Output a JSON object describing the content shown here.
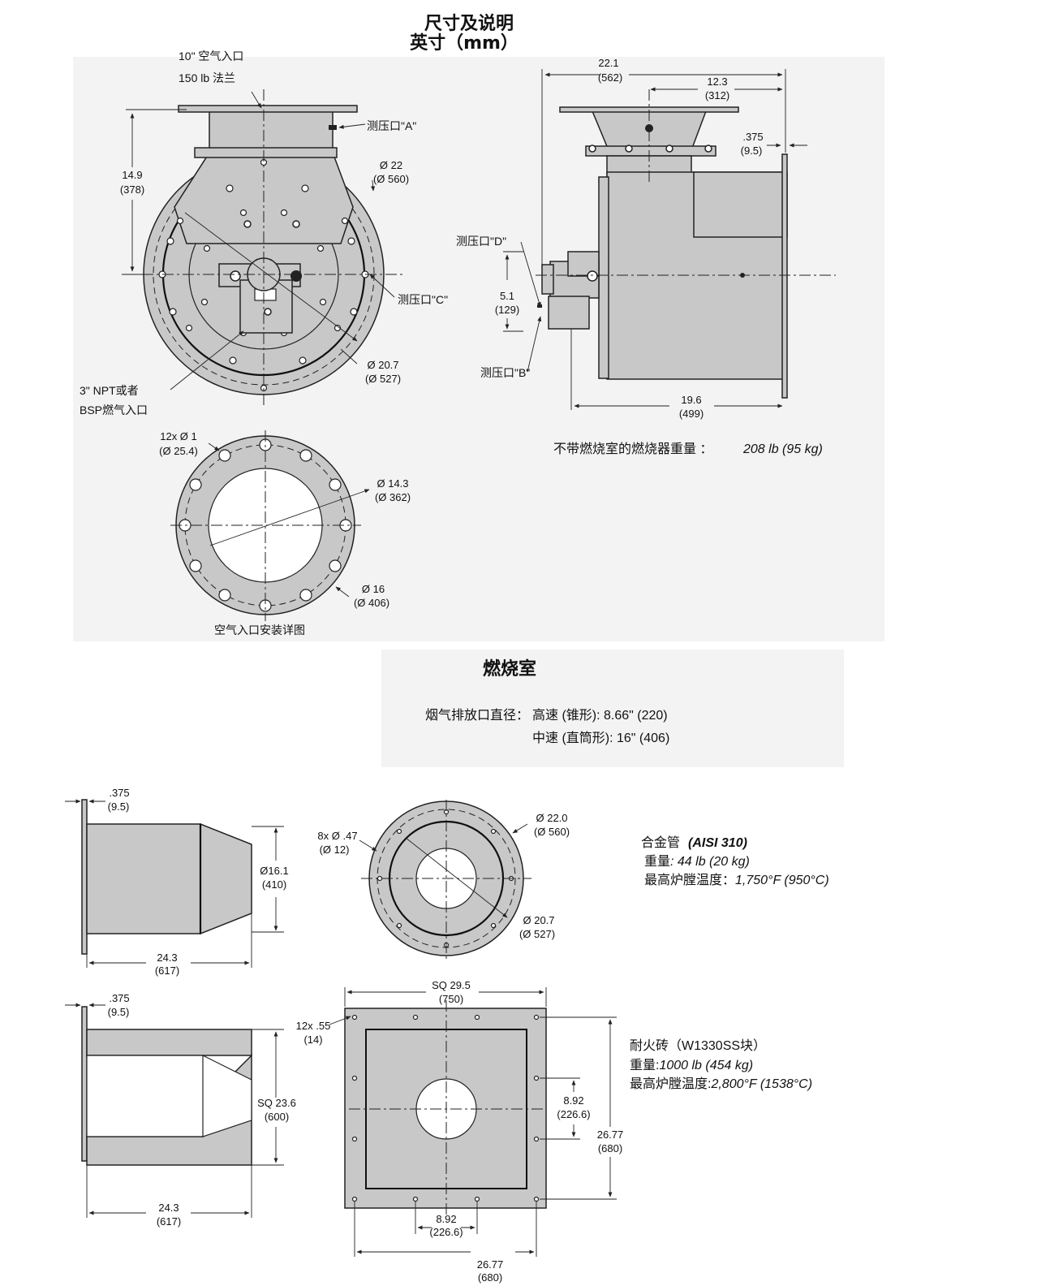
{
  "title": {
    "line1": "尺寸及说明",
    "line2": "英寸（mm）"
  },
  "front_view": {
    "air_inlet_1": "10\" 空气入口",
    "air_inlet_2": "150 lb 法兰",
    "tap_a": "测压口\"A\"",
    "tap_c": "测压口\"C\"",
    "height_in": "14.9",
    "height_mm": "(378)",
    "dia22_in": "Ø 22",
    "dia22_mm": "(Ø 560)",
    "dia207_in": "Ø 20.7",
    "dia207_mm": "(Ø 527)",
    "gas_inlet_1": "3\" NPT或者",
    "gas_inlet_2": "BSP燃气入口"
  },
  "side_view": {
    "w221_in": "22.1",
    "w221_mm": "(562)",
    "w123_in": "12.3",
    "w123_mm": "(312)",
    "t375_in": ".375",
    "t375_mm": "(9.5)",
    "tap_d": "测压口\"D\"",
    "tap_b": "测压口\"B\"",
    "h51_in": "5.1",
    "h51_mm": "(129)",
    "w196_in": "19.6",
    "w196_mm": "(499)",
    "weight_label": "不带燃烧室的燃烧器重量 ：",
    "weight_value": "208 lb (95 kg)"
  },
  "inlet_detail": {
    "holes_in": "12x Ø 1",
    "holes_mm": "(Ø 25.4)",
    "d143_in": "Ø 14.3",
    "d143_mm": "(Ø 362)",
    "d16_in": "Ø 16",
    "d16_mm": "(Ø 406)",
    "caption": "空气入口安装详图"
  },
  "chamber": {
    "heading": "燃烧室",
    "outlet_label": "烟气排放口直径：",
    "outlet_high": "高速 (锥形): 8.66\" (220)",
    "outlet_medium": "中速 (直筒形): 16\" (406)"
  },
  "alloy": {
    "t375_in": ".375",
    "t375_mm": "(9.5)",
    "d161_in": "Ø16.1",
    "d161_mm": "(410)",
    "l243_in": "24.3",
    "l243_mm": "(617)",
    "holes_in": "8x Ø .47",
    "holes_mm": "(Ø 12)",
    "d220_in": "Ø 22.0",
    "d220_mm": "(Ø 560)",
    "d207_in": "Ø 20.7",
    "d207_mm": "(Ø 527)",
    "name": "合金管",
    "material": "(AISI 310)",
    "weight_label": "重量",
    "weight_value": ": 44 lb (20 kg)",
    "temp_label": "最高炉膛温度：",
    "temp_value": "1,750°F (950°C)"
  },
  "refractory": {
    "t375_in": ".375",
    "t375_mm": "(9.5)",
    "sq236_in": "SQ 23.6",
    "sq236_mm": "(600)",
    "l243_in": "24.3",
    "l243_mm": "(617)",
    "sq295_in": "SQ 29.5",
    "sq295_mm": "(750)",
    "holes_in": "12x .55",
    "holes_mm": "(14)",
    "v892_in": "8.92",
    "v892_mm": "(226.6)",
    "v2677_in": "26.77",
    "v2677_mm": "(680)",
    "h892_in": "8.92",
    "h892_mm": "(226.6)",
    "h2677_in": "26.77",
    "h2677_mm": "(680)",
    "name": "耐火砖（W1330SS块）",
    "weight_label": "重量:",
    "weight_value": "1000 lb (454 kg)",
    "temp_label": "最高炉膛温度:",
    "temp_value": "2,800°F (1538°C)"
  }
}
